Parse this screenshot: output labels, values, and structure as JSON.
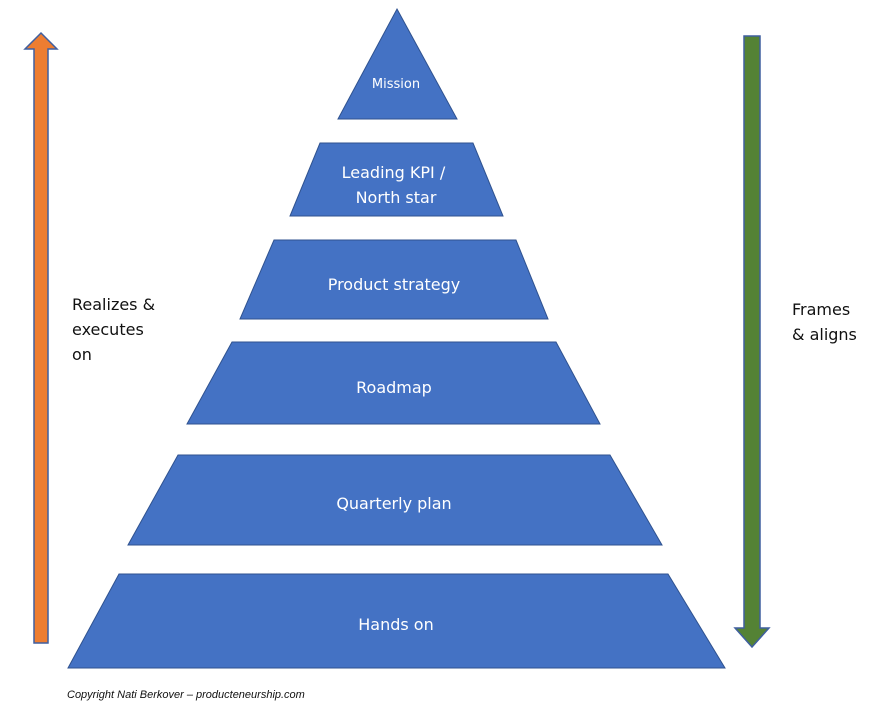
{
  "diagram": {
    "tiers": [
      {
        "lines": [
          "Mission"
        ]
      },
      {
        "lines": [
          "Leading KPI /",
          "North star"
        ]
      },
      {
        "lines": [
          "Product strategy"
        ]
      },
      {
        "lines": [
          "Roadmap"
        ]
      },
      {
        "lines": [
          "Quarterly plan"
        ]
      },
      {
        "lines": [
          "Hands on"
        ]
      }
    ],
    "left_arrow": {
      "direction": "up",
      "lines": [
        "Realizes &",
        "executes",
        "on"
      ]
    },
    "right_arrow": {
      "direction": "down",
      "lines": [
        "Frames",
        "& aligns"
      ]
    },
    "copyright": "Copyright Nati Berkover – producteneurship.com"
  },
  "colors": {
    "tier_fill": "#4472c4",
    "tier_stroke": "#2f528f",
    "tier_text": "#ffffff",
    "left_arrow_fill": "#ed7d31",
    "left_arrow_stroke": "#3f5f9f",
    "right_arrow_fill": "#548235",
    "right_arrow_stroke": "#3f5f9f",
    "text": "#111111"
  }
}
